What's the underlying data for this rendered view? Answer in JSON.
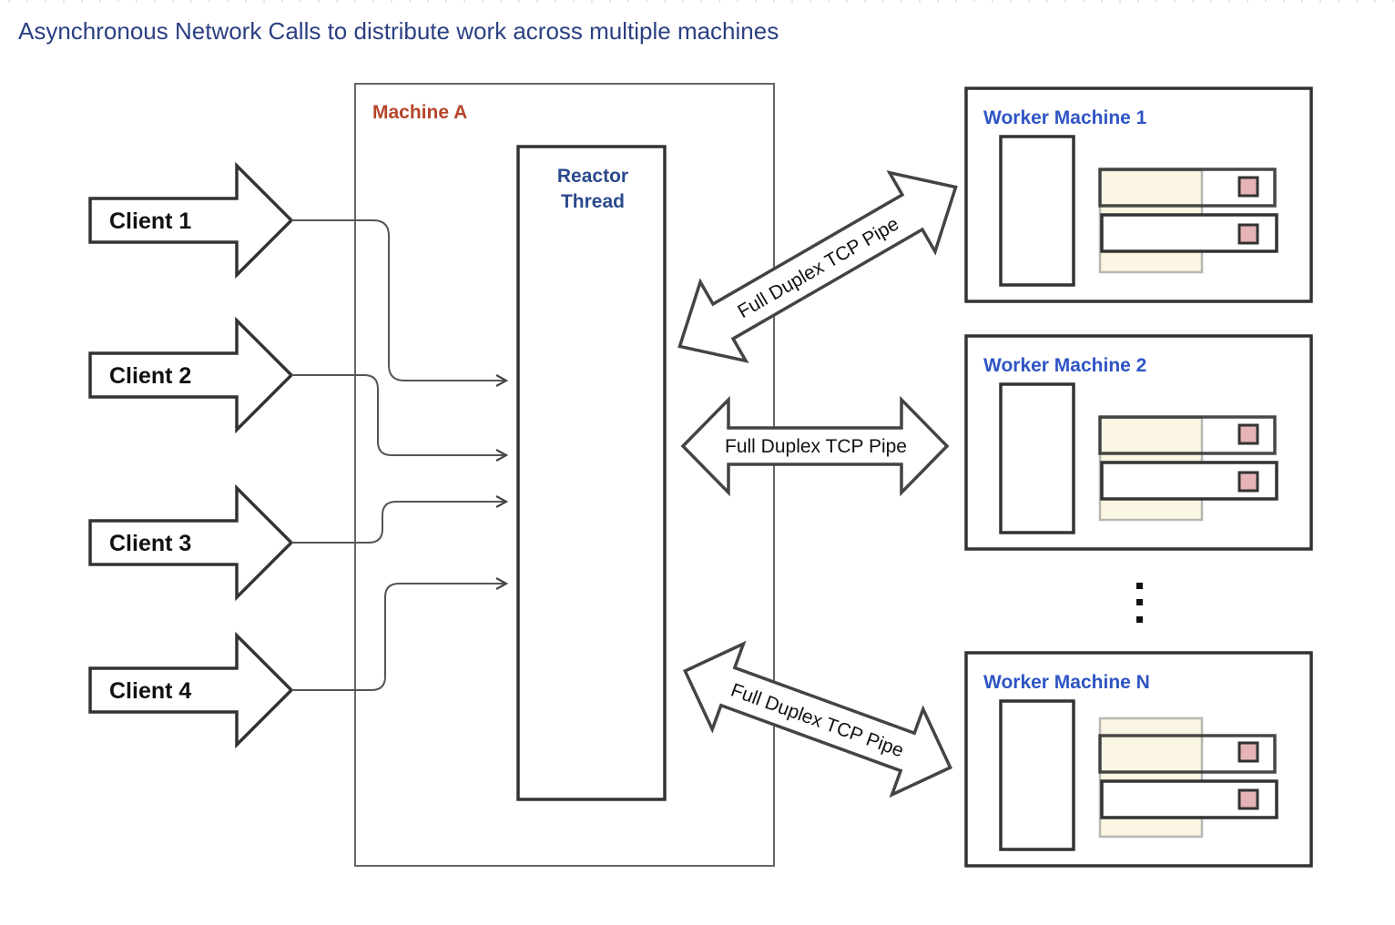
{
  "title": "Asynchronous Network Calls to distribute work across multiple machines",
  "colors": {
    "title": "#2b3f82",
    "machine_a_label": "#b5452a",
    "reactor_label": "#2b4a8c",
    "worker_label": "#2f55c4",
    "outline": "#333333",
    "thin_outline": "#555555",
    "overlay_fill": "#fdf8e4",
    "indicator_fill": "#e6b3b6"
  },
  "clients": [
    {
      "label": "Client 1"
    },
    {
      "label": "Client 2"
    },
    {
      "label": "Client 3"
    },
    {
      "label": "Client 4"
    }
  ],
  "machine_a": {
    "label": "Machine A",
    "reactor": {
      "line1": "Reactor",
      "line2": "Thread"
    }
  },
  "pipes": [
    {
      "label": "Full Duplex TCP Pipe"
    },
    {
      "label": "Full Duplex TCP Pipe"
    },
    {
      "label": "Full Duplex TCP Pipe"
    }
  ],
  "workers": [
    {
      "label": "Worker Machine 1"
    },
    {
      "label": "Worker Machine 2"
    },
    {
      "label": "Worker Machine N"
    }
  ],
  "ellipsis": "⋮"
}
